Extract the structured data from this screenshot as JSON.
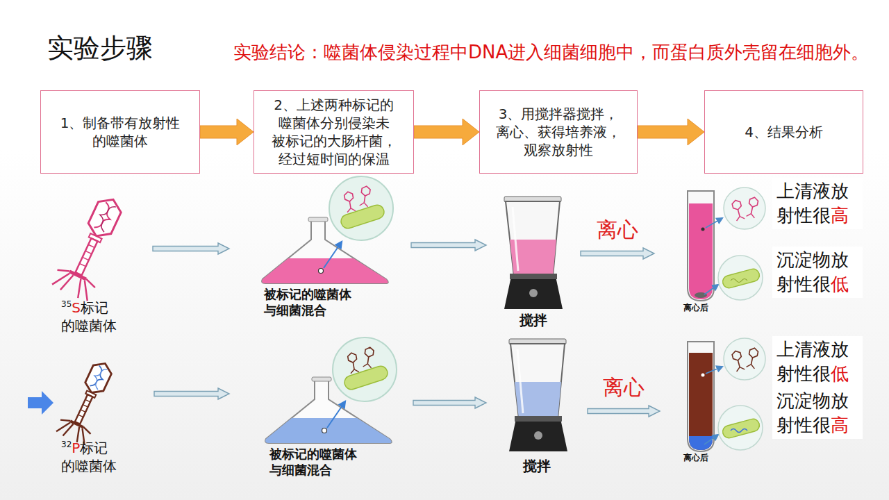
{
  "diagram": {
    "title": "实验步骤",
    "nodes": [
      {
        "text": [
          "1、制备带有放射性 的噬菌体"
        ]
      },
      {
        "text": [
          "2、上述两种标记的 噬菌体分别侵染未 被标记的大肠杆菌， 经过短时间的保温"
        ]
      },
      {
        "text": [
          "3、用搅拌器搅拌， 离心、获得培养液， 观察放射性"
        ]
      },
      {
        "text": [
          "4、结果分析"
        ]
      },
      {
        "text": [
          "35S标记 的噬菌体"
        ]
      },
      {
        "text": [
          "被标记的噬菌体 与细菌混合"
        ]
      },
      {
        "text": [
          "搅拌"
        ]
      },
      {
        "text": [
          "离心后"
        ]
      },
      {
        "text": [
          "32P标记 的噬菌体"
        ]
      },
      {
        "text": [
          "被标记的噬菌体 与细菌混合"
        ]
      },
      {
        "text": [
          "搅拌"
        ]
      },
      {
        "text": [
          "离心后"
        ]
      }
    ],
    "edges": [
      {
        "from": 0,
        "to": 1,
        "arrow": "to"
      },
      {
        "from": 1,
        "to": 2,
        "arrow": "to"
      },
      {
        "from": 2,
        "to": 3,
        "arrow": "to"
      },
      {
        "from": 4,
        "to": 5,
        "arrow": "to"
      },
      {
        "from": 5,
        "to": 6,
        "arrow": "to"
      },
      {
        "from": 6,
        "to": 7,
        "label": "离心",
        "arrow": "to"
      },
      {
        "from": 8,
        "to": 9,
        "arrow": "to"
      },
      {
        "from": 9,
        "to": 10,
        "arrow": "to"
      },
      {
        "from": 10,
        "to": 11,
        "label": "离心",
        "arrow": "to"
      }
    ],
    "labels": [
      "实验结论：噬菌体侵染过程中DNA进入细菌细胞中，而蛋白质外壳留在细胞外。",
      "上清液放 射性很高",
      "沉淀物放 射性很低",
      "上清液放 射性很低",
      "沉淀物放 射性很高"
    ]
  }
}
